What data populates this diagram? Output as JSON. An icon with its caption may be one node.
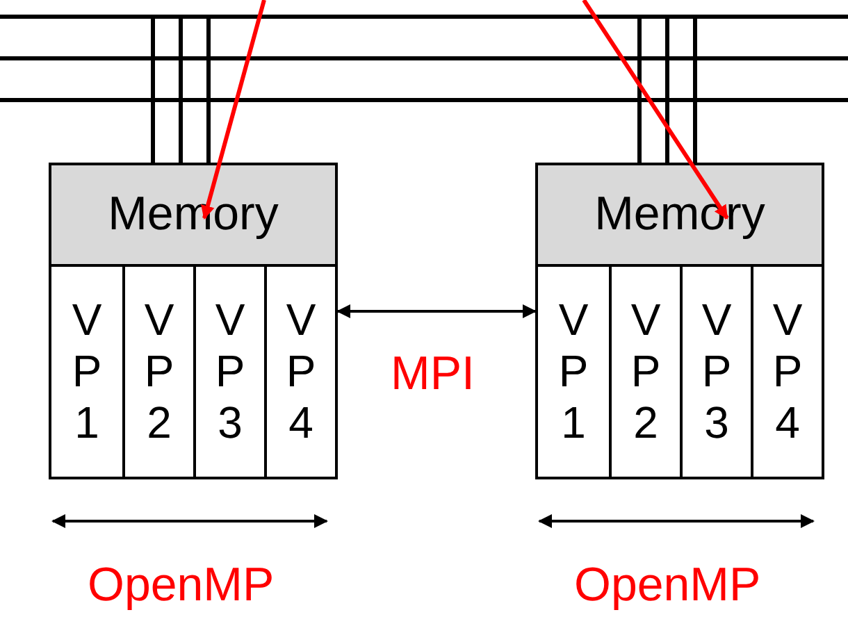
{
  "diagram": {
    "nodes": [
      {
        "text": [],
        "shape": "box"
      },
      {
        "text": [
          "Memory"
        ],
        "in": 0
      },
      {
        "text": [
          "V P 1"
        ],
        "in": 0
      },
      {
        "text": [
          "V P 2"
        ],
        "in": 0
      },
      {
        "text": [
          "V P 3"
        ],
        "in": 0
      },
      {
        "text": [
          "V P 4"
        ],
        "in": 0
      },
      {
        "text": [],
        "shape": "box"
      },
      {
        "text": [
          "Memory"
        ],
        "in": 6
      },
      {
        "text": [
          "V P 1"
        ],
        "in": 6
      },
      {
        "text": [
          "V P 2"
        ],
        "in": 6
      },
      {
        "text": [
          "V P 3"
        ],
        "in": 6
      },
      {
        "text": [
          "V P 4"
        ],
        "in": 6
      }
    ],
    "edges": [
      {
        "from": null,
        "to": 1,
        "arrow": "to",
        "color": "#ff0000"
      },
      {
        "from": null,
        "to": 7,
        "arrow": "to",
        "color": "#ff0000"
      },
      {
        "from": 0,
        "to": 6,
        "arrow": "both",
        "label": "MPI",
        "color": "#000000"
      }
    ],
    "labels": [
      "OpenMP",
      "OpenMP"
    ]
  }
}
